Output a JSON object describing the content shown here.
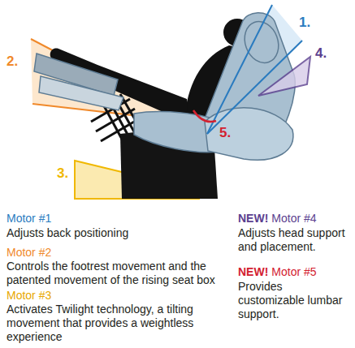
{
  "diagram": {
    "labels": [
      "1.",
      "2.",
      "3.",
      "4.",
      "5.",
      "Motor #1",
      "Adjusts back positioning",
      "Motor #2",
      "Controls the footrest movement and the patented movement of the rising seat box",
      "Motor #3",
      "Activates Twilight technology, a tilting movement that provides a weightless experience",
      "NEW!",
      "Motor #4",
      "Adjusts head support and placement.",
      "NEW!",
      "Motor #5",
      "Provides customizable lumbar support."
    ]
  }
}
